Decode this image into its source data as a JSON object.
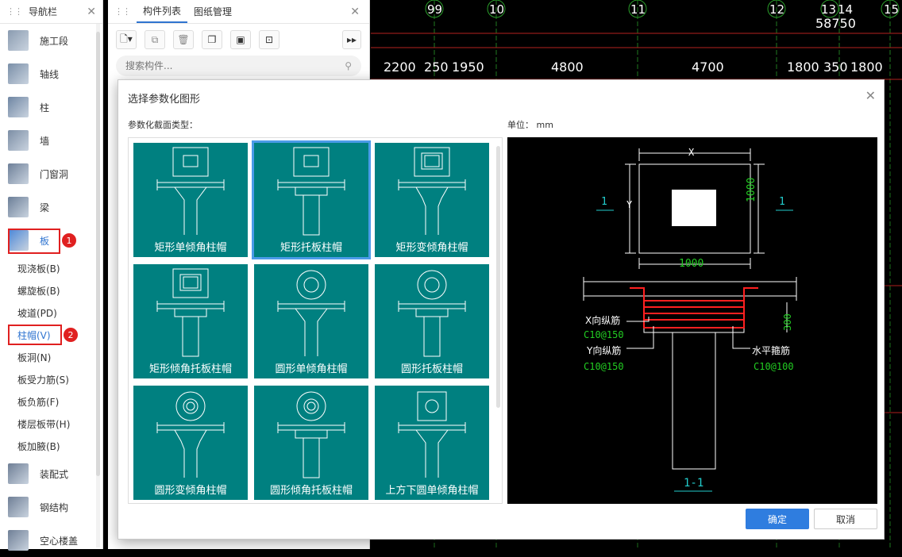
{
  "nav": {
    "title": "导航栏",
    "items": [
      {
        "label": "施工段",
        "icon": "construction-segment-icon",
        "color": "#8a9bb0"
      },
      {
        "label": "轴线",
        "icon": "grid-axis-icon",
        "color": "#7a8fa8"
      },
      {
        "label": "柱",
        "icon": "column-icon",
        "color": "#6f86a3"
      },
      {
        "label": "墙",
        "icon": "wall-icon",
        "color": "#7c8ea5"
      },
      {
        "label": "门窗洞",
        "icon": "door-window-icon",
        "color": "#6e8099"
      },
      {
        "label": "梁",
        "icon": "beam-icon",
        "color": "#6c7f98"
      },
      {
        "label": "板",
        "icon": "slab-icon",
        "color": "#4a86d8"
      }
    ],
    "sub_items": [
      "现浇板(B)",
      "螺旋板(B)",
      "坡道(PD)",
      "柱帽(V)",
      "板洞(N)",
      "板受力筋(S)",
      "板负筋(F)",
      "楼层板带(H)",
      "板加腋(B)"
    ],
    "bottom_items": [
      {
        "label": "装配式",
        "icon": "prefab-icon",
        "color": "#6f7f96"
      },
      {
        "label": "钢结构",
        "icon": "steel-structure-icon",
        "color": "#6f7f96"
      },
      {
        "label": "空心楼盖",
        "icon": "hollow-floor-icon",
        "color": "#6f7f96"
      }
    ],
    "badge1": "1",
    "badge2": "2"
  },
  "panel": {
    "tabs": [
      "构件列表",
      "图纸管理"
    ],
    "search_placeholder": "搜索构件..."
  },
  "cad": {
    "axis_numbers": [
      "99",
      "10",
      "11",
      "12",
      "13",
      "14",
      "15"
    ],
    "total_dim": "58750",
    "dims": [
      "2200",
      "250",
      "1950",
      "4800",
      "4700",
      "1800",
      "350",
      "1800"
    ]
  },
  "dialog": {
    "title": "选择参数化图形",
    "type_label": "参数化截面类型：",
    "unit_label": "单位：  mm",
    "shapes": [
      "矩形单倾角柱帽",
      "矩形托板柱帽",
      "矩形变倾角柱帽",
      "矩形倾角托板柱帽",
      "圆形单倾角柱帽",
      "圆形托板柱帽",
      "圆形变倾角柱帽",
      "圆形倾角托板柱帽",
      "上方下圆单倾角柱帽"
    ],
    "selected_index": 1,
    "ok": "确定",
    "cancel": "取消"
  },
  "preview": {
    "x_label": "X",
    "y_label": "Y",
    "dim_1000_h": "1000",
    "dim_1000_v": "1000",
    "section_mark": "1",
    "dim_300": "300",
    "x_rebar": "X向纵筋",
    "x_rebar_spec": "C10@150",
    "y_rebar": "Y向纵筋",
    "y_rebar_spec": "C10@150",
    "stirrup": "水平箍筋",
    "stirrup_spec": "C10@100",
    "section_title": "1-1",
    "colors": {
      "outline": "#ffffff",
      "rebar": "#ff2020",
      "dim_text": "#22cc22",
      "section_mark": "#22cccc"
    }
  }
}
